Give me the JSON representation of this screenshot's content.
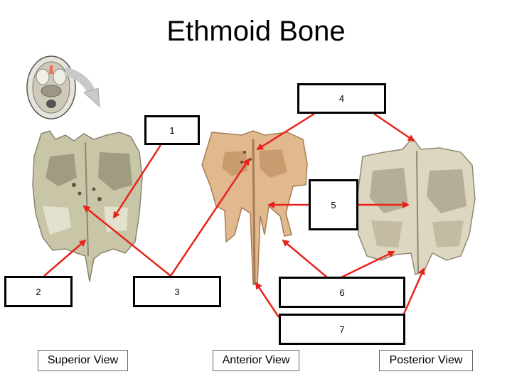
{
  "title": "Ethmoid Bone",
  "label_boxes": [
    {
      "id": "1",
      "text": "1"
    },
    {
      "id": "2",
      "text": "2"
    },
    {
      "id": "3",
      "text": "3"
    },
    {
      "id": "4",
      "text": "4"
    },
    {
      "id": "5",
      "text": "5"
    },
    {
      "id": "6",
      "text": "6"
    },
    {
      "id": "7",
      "text": "7"
    }
  ],
  "views": {
    "superior": "Superior View",
    "anterior": "Anterior View",
    "posterior": "Posterior View"
  },
  "colors": {
    "arrow": "#e8231b",
    "bone_superior": "#c9c6a8",
    "bone_anterior": "#e2b88e",
    "bone_posterior": "#ddd6c0"
  }
}
